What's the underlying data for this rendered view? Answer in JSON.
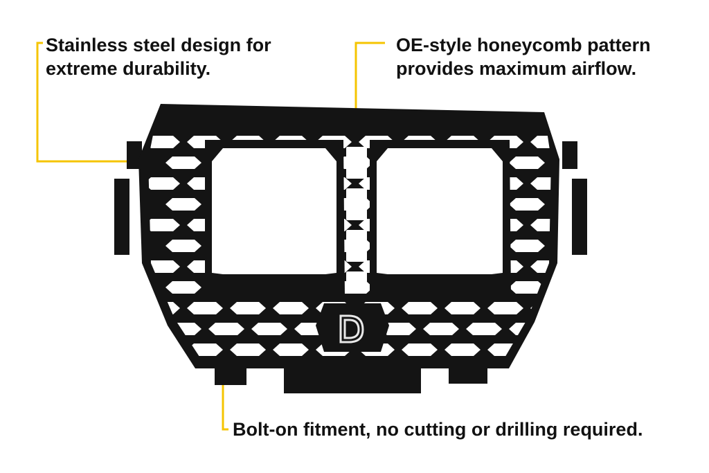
{
  "callouts": {
    "durability": {
      "line1": "Stainless steel design for",
      "line2": "extreme durability."
    },
    "honeycomb": {
      "line1": "OE-style honeycomb pattern",
      "line2": "provides maximum airflow."
    },
    "fitment": {
      "line1": "Bolt-on fitment, no cutting or drilling required."
    }
  },
  "product": {
    "name": "honeycomb-grille",
    "logo_letter": "D"
  },
  "colors": {
    "accent": "#F5C400",
    "steel": "#141414",
    "text": "#111111",
    "background": "#FFFFFF"
  }
}
